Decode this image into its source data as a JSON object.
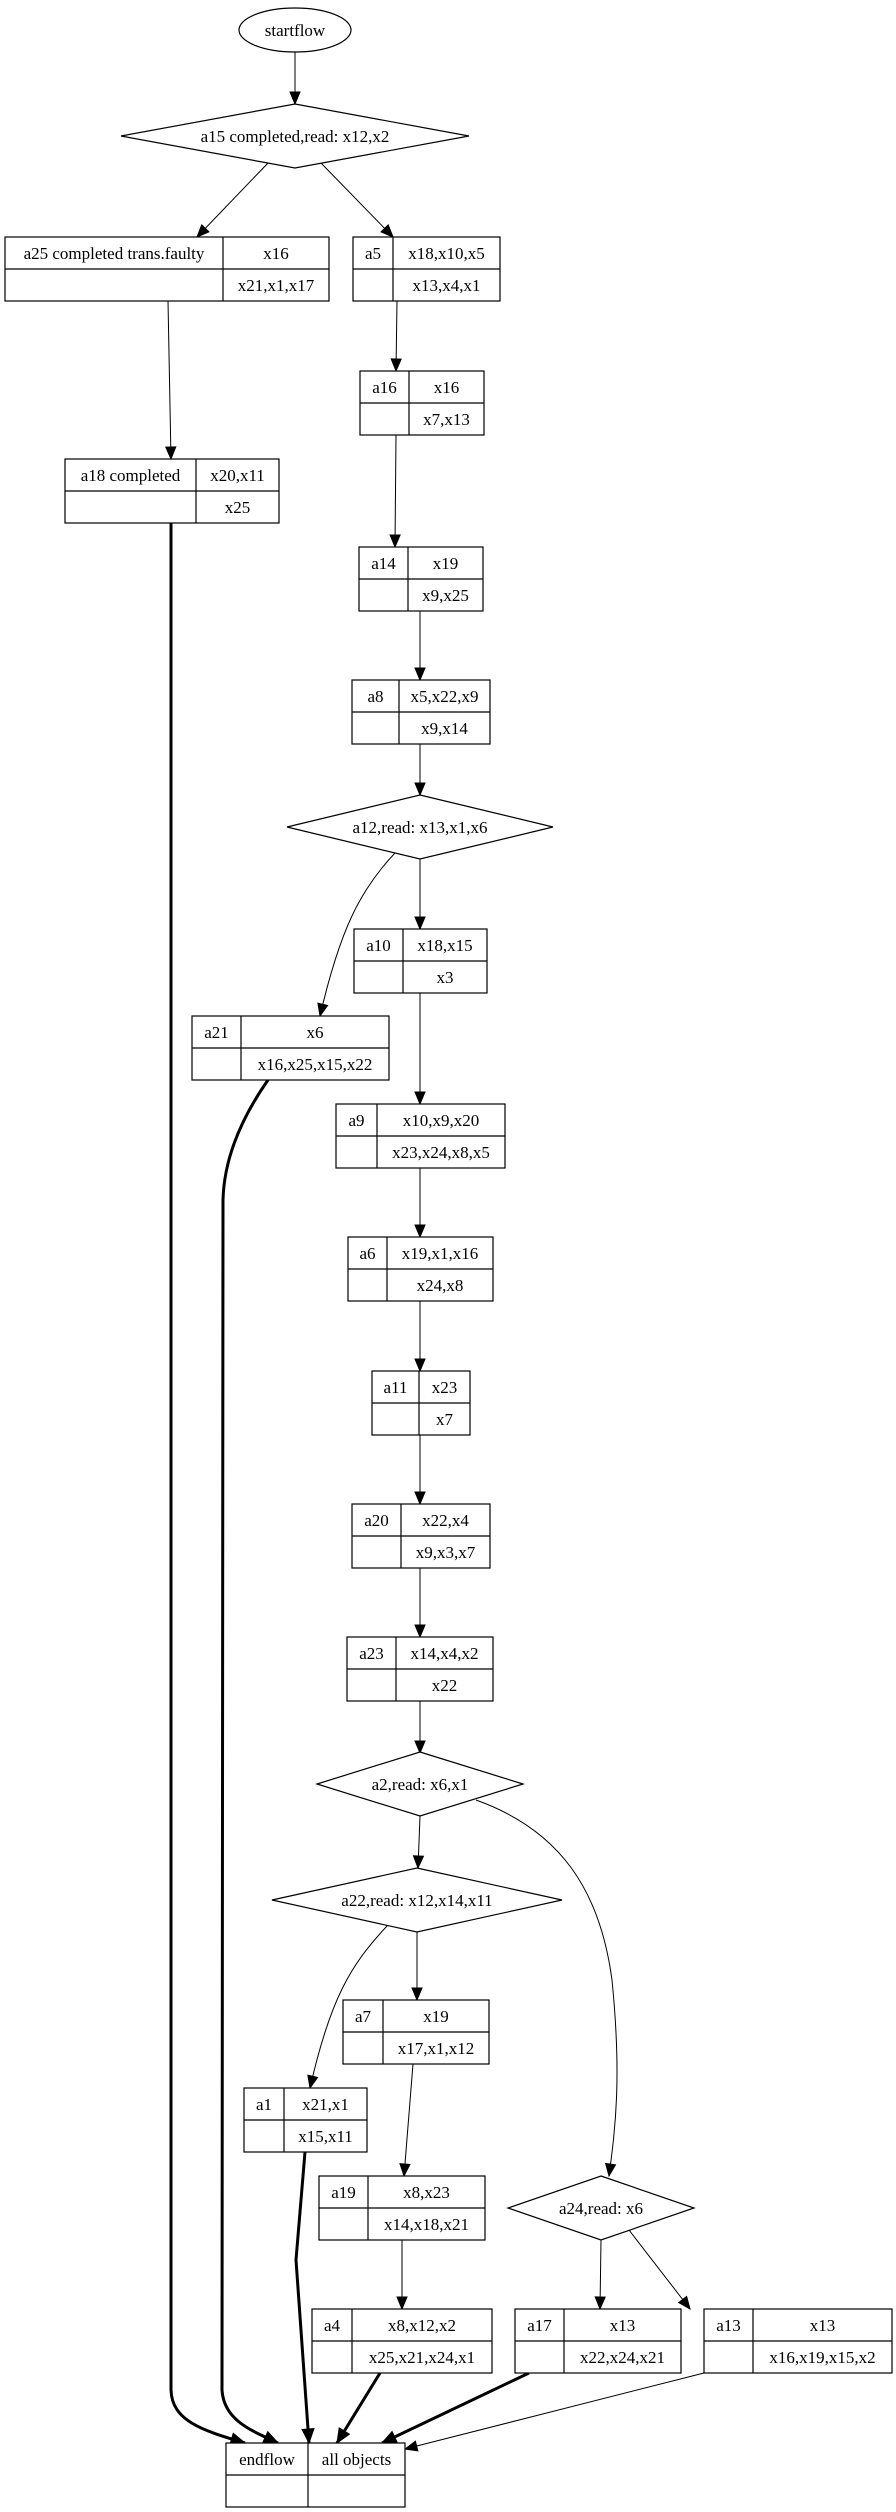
{
  "diagram": {
    "title": "Workflow graph",
    "start": {
      "id": "startflow",
      "label": "startflow"
    },
    "decisions": [
      {
        "id": "a15",
        "label": "a15 completed,read: x12,x2"
      },
      {
        "id": "a12",
        "label": "a12,read: x13,x1,x6"
      },
      {
        "id": "a2",
        "label": "a2,read: x6,x1"
      },
      {
        "id": "a22",
        "label": "a22,read: x12,x14,x11"
      },
      {
        "id": "a24",
        "label": "a24,read: x6"
      }
    ],
    "activities": [
      {
        "id": "a25",
        "name": "a25 completed trans.faulty",
        "writes": "x16",
        "reads": "x21,x1,x17"
      },
      {
        "id": "a5",
        "name": "a5",
        "writes": "x18,x10,x5",
        "reads": "x13,x4,x1"
      },
      {
        "id": "a16",
        "name": "a16",
        "writes": "x16",
        "reads": "x7,x13"
      },
      {
        "id": "a18",
        "name": "a18 completed",
        "writes": "x20,x11",
        "reads": "x25"
      },
      {
        "id": "a14",
        "name": "a14",
        "writes": "x19",
        "reads": "x9,x25"
      },
      {
        "id": "a8",
        "name": "a8",
        "writes": "x5,x22,x9",
        "reads": "x9,x14"
      },
      {
        "id": "a10",
        "name": "a10",
        "writes": "x18,x15",
        "reads": "x3"
      },
      {
        "id": "a21",
        "name": "a21",
        "writes": "x6",
        "reads": "x16,x25,x15,x22"
      },
      {
        "id": "a9",
        "name": "a9",
        "writes": "x10,x9,x20",
        "reads": "x23,x24,x8,x5"
      },
      {
        "id": "a6",
        "name": "a6",
        "writes": "x19,x1,x16",
        "reads": "x24,x8"
      },
      {
        "id": "a11",
        "name": "a11",
        "writes": "x23",
        "reads": "x7"
      },
      {
        "id": "a20",
        "name": "a20",
        "writes": "x22,x4",
        "reads": "x9,x3,x7"
      },
      {
        "id": "a23",
        "name": "a23",
        "writes": "x14,x4,x2",
        "reads": "x22"
      },
      {
        "id": "a7",
        "name": "a7",
        "writes": "x19",
        "reads": "x17,x1,x12"
      },
      {
        "id": "a1",
        "name": "a1",
        "writes": "x21,x1",
        "reads": "x15,x11"
      },
      {
        "id": "a19",
        "name": "a19",
        "writes": "x8,x23",
        "reads": "x14,x18,x21"
      },
      {
        "id": "a4",
        "name": "a4",
        "writes": "x8,x12,x2",
        "reads": "x25,x21,x24,x1"
      },
      {
        "id": "a17",
        "name": "a17",
        "writes": "x13",
        "reads": "x22,x24,x21"
      },
      {
        "id": "a13",
        "name": "a13",
        "writes": "x13",
        "reads": "x16,x19,x15,x2"
      }
    ],
    "end": {
      "id": "endflow",
      "name": "endflow",
      "writes": "all objects",
      "reads": ""
    },
    "edges": [
      {
        "from": "startflow",
        "to": "a15",
        "bold": false
      },
      {
        "from": "a15",
        "to": "a25",
        "bold": false
      },
      {
        "from": "a15",
        "to": "a5",
        "bold": false
      },
      {
        "from": "a25",
        "to": "a18",
        "bold": false
      },
      {
        "from": "a5",
        "to": "a16",
        "bold": false
      },
      {
        "from": "a16",
        "to": "a14",
        "bold": false
      },
      {
        "from": "a14",
        "to": "a8",
        "bold": false
      },
      {
        "from": "a8",
        "to": "a12",
        "bold": false
      },
      {
        "from": "a12",
        "to": "a10",
        "bold": false
      },
      {
        "from": "a12",
        "to": "a21",
        "bold": false
      },
      {
        "from": "a10",
        "to": "a9",
        "bold": false
      },
      {
        "from": "a9",
        "to": "a6",
        "bold": false
      },
      {
        "from": "a6",
        "to": "a11",
        "bold": false
      },
      {
        "from": "a11",
        "to": "a20",
        "bold": false
      },
      {
        "from": "a20",
        "to": "a23",
        "bold": false
      },
      {
        "from": "a23",
        "to": "a2",
        "bold": false
      },
      {
        "from": "a2",
        "to": "a22",
        "bold": false
      },
      {
        "from": "a2",
        "to": "a24",
        "bold": false
      },
      {
        "from": "a22",
        "to": "a7",
        "bold": false
      },
      {
        "from": "a22",
        "to": "a1",
        "bold": false
      },
      {
        "from": "a7",
        "to": "a19",
        "bold": false
      },
      {
        "from": "a19",
        "to": "a4",
        "bold": false
      },
      {
        "from": "a24",
        "to": "a17",
        "bold": false
      },
      {
        "from": "a24",
        "to": "a13",
        "bold": false
      },
      {
        "from": "a18",
        "to": "endflow",
        "bold": true
      },
      {
        "from": "a21",
        "to": "endflow",
        "bold": true
      },
      {
        "from": "a1",
        "to": "endflow",
        "bold": true
      },
      {
        "from": "a4",
        "to": "endflow",
        "bold": true
      },
      {
        "from": "a17",
        "to": "endflow",
        "bold": true
      },
      {
        "from": "a13",
        "to": "endflow",
        "bold": false
      }
    ]
  }
}
